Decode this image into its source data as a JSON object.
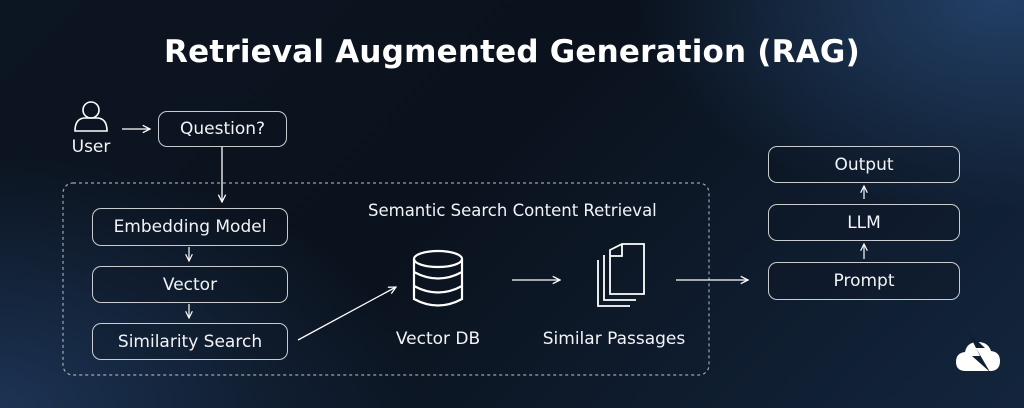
{
  "title": "Retrieval Augmented Generation (RAG)",
  "user": {
    "label": "User",
    "icon": "user-icon"
  },
  "question": "Question?",
  "pipeline": [
    "Embedding Model",
    "Vector",
    "Similarity Search"
  ],
  "section_label": "Semantic Search Content Retrieval",
  "vector_db": {
    "label": "Vector DB",
    "icon": "database-icon"
  },
  "similar_passages": {
    "label": "Similar Passages",
    "icon": "documents-icon"
  },
  "output_stack": [
    "Prompt",
    "LLM",
    "Output"
  ],
  "brand": {
    "icon": "cloud-logo-icon"
  },
  "colors": {
    "stroke": "#ffffff",
    "background": "#0c1522"
  }
}
